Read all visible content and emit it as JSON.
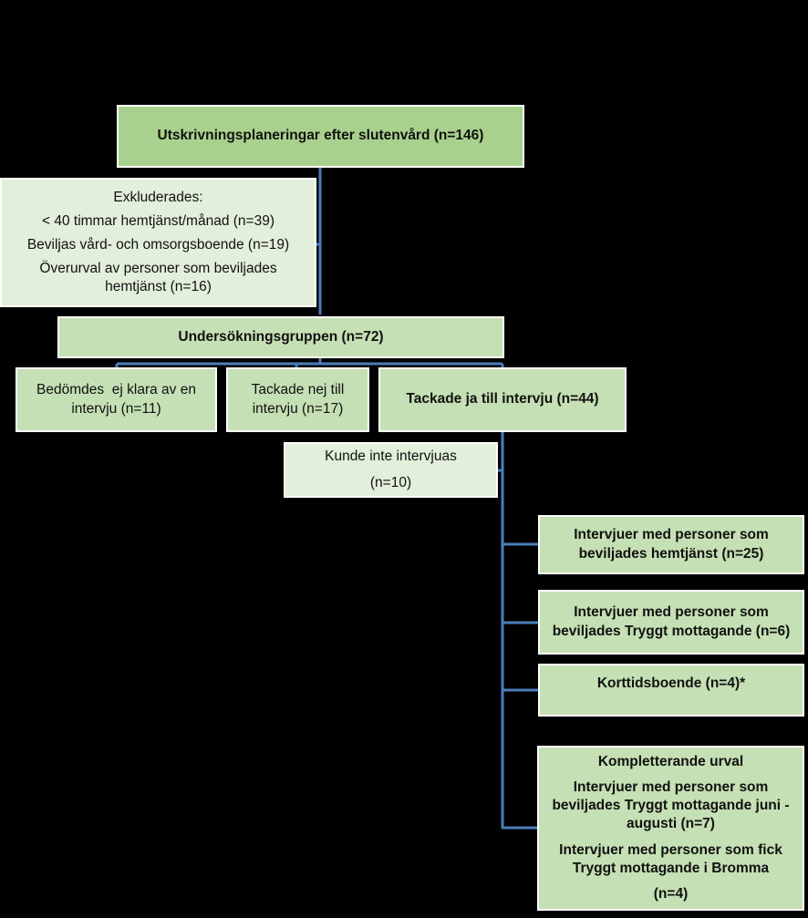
{
  "boxes": {
    "root": "Utskrivningsplaneringar efter slutenvård (n=146)",
    "excluded": {
      "title": "Exkluderades:",
      "items": [
        "< 40 timmar hemtjänst/månad (n=39)",
        "Beviljas vård- och omsorgsboende (n=19)",
        "Överurval av personer som beviljades hemtjänst (n=16)"
      ]
    },
    "study_group": "Undersökningsgruppen (n=72)",
    "not_able": "Bedömdes  ej klara av en intervju (n=11)",
    "declined": "Tackade nej till intervju (n=17)",
    "accepted": "Tackade ja till intervju (n=44)",
    "not_interviewed": {
      "line1": "Kunde inte intervjuas",
      "line2": "(n=10)"
    },
    "hemtjanst": "Intervjuer med personer som beviljades hemtjänst (n=25)",
    "tryggt": "Intervjuer med personer som beviljades Tryggt mottagande (n=6)",
    "korttid": "Korttidsboende (n=4)*",
    "supplementary": {
      "title": "Kompletterande urval",
      "item1": "Intervjuer med personer som beviljades Tryggt mottagande juni - augusti (n=7)",
      "item2": "Intervjuer med personer som fick Tryggt mottagande i Bromma",
      "item2_count": "(n=4)"
    }
  }
}
